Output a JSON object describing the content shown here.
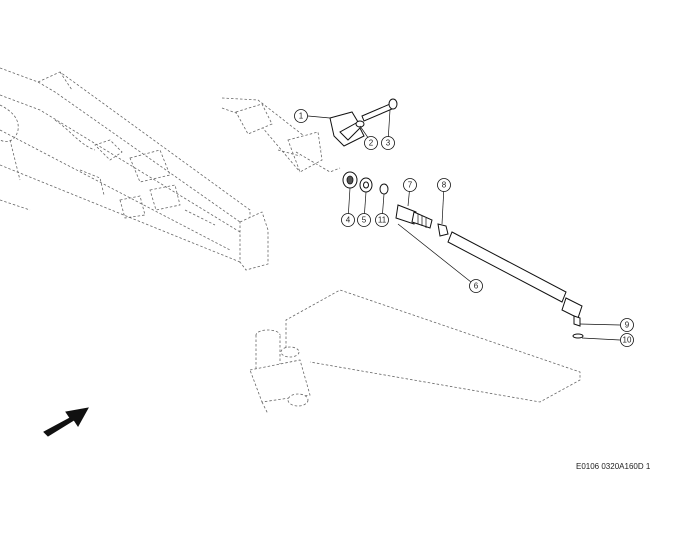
{
  "callouts": [
    "1",
    "2",
    "3",
    "4",
    "5",
    "6",
    "7",
    "8",
    "9",
    "10",
    "11"
  ],
  "reference_code": "E0106 0320A160D 1",
  "colors": {
    "line": "#111111",
    "ghost": "#666666",
    "background": "#ffffff"
  },
  "icons": {
    "direction_arrow": "forward-arrow-icon"
  }
}
